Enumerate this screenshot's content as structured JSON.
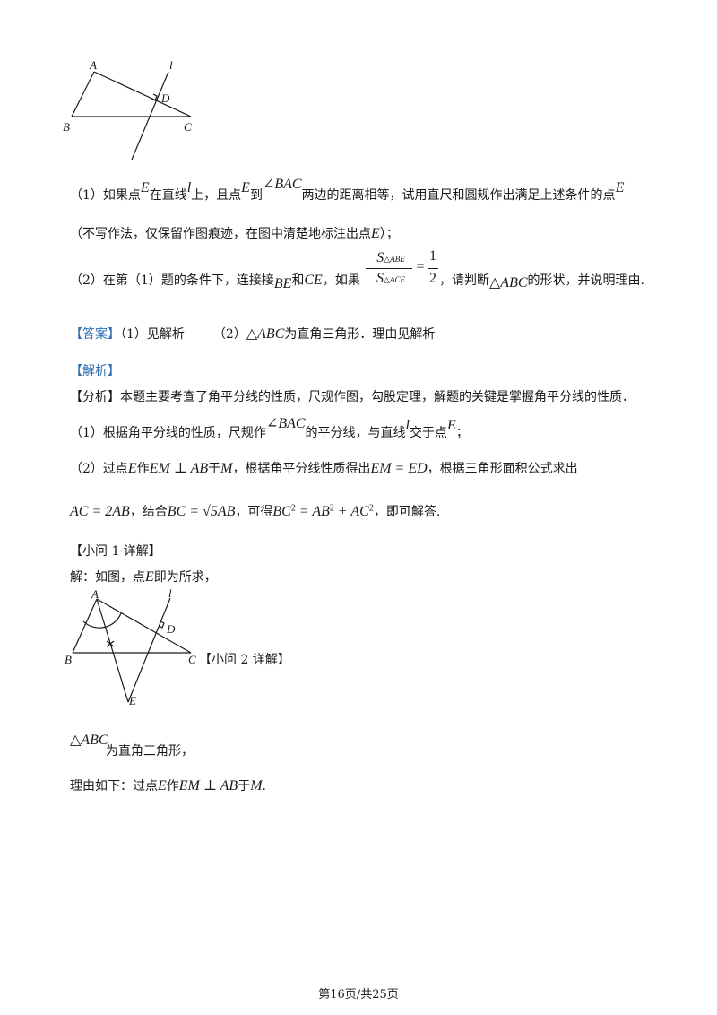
{
  "figure1": {
    "labels": {
      "A": "A",
      "B": "B",
      "C": "C",
      "D": "D",
      "l": "l"
    }
  },
  "q1": {
    "prefix": "（1）如果点",
    "E": "E",
    "t1": "在直线",
    "l": "l",
    "t2": "上，且点",
    "E2": "E",
    "t3": "到",
    "angle": "∠BAC",
    "t4": "两边的距离相等，试用直尺和圆规作出满足上述条件的点",
    "E3": "E",
    "line2": "（不写作法，仅保留作图痕迹，在图中清楚地标注出点",
    "E4": "E",
    "line2end": "）；"
  },
  "q2": {
    "prefix": "（2）在第（1）题的条件下，连接接",
    "BE": "BE",
    "and": "和",
    "CE": "CE",
    "ifText": "，如果",
    "fracNumL": "S",
    "fracNumSub": "△ABE",
    "fracDenL": "S",
    "fracDenSub": "△ACE",
    "eq": "=",
    "half_num": "1",
    "half_den": "2",
    "tail1": "，请判断",
    "tri": "△ABC",
    "tail2": "的形状，并说明理由."
  },
  "answer": {
    "label": "【答案】",
    "p1": "（1）见解析",
    "p2": "（2）",
    "tri": "△ABC",
    "p2end": "为直角三角形．理由见解析"
  },
  "analysis": {
    "label": "【解析】",
    "line1": "【分析】本题主要考查了角平分线的性质，尺规作图，勾股定理，解题的关键是掌握角平分线的性质．",
    "l2a": "（1）根据角平分线的性质，尺规作",
    "l2angle": "∠BAC",
    "l2b": "的平分线，与直线",
    "l2l": "l",
    "l2c": "交于点",
    "l2E": "E",
    "l2d": "；",
    "l3a": "（2）过点",
    "l3E": "E",
    "l3b": "作",
    "l3perp": "EM ⊥ AB",
    "l3c": "于",
    "l3M": "M",
    "l3d": "，根据角平分线性质得出",
    "l3eq": "EM = ED",
    "l3e": "，根据三角形面积公式求出",
    "l4a": "AC = 2AB",
    "l4b": "，结合",
    "l4c": "BC = √5AB",
    "l4d": "，可得",
    "l4e1": "BC",
    "l4e2": " = AB",
    "l4e3": " + AC",
    "sq": "2",
    "l4f": "，即可解答."
  },
  "sub1": {
    "label": "【小问 1 详解】",
    "line": "解：如图，点",
    "E": "E",
    "lineEnd": "即为所求，",
    "sub2label": "【小问 2 详解】"
  },
  "figure2": {
    "labels": {
      "A": "A",
      "B": "B",
      "C": "C",
      "D": "D",
      "l": "l",
      "E": "E"
    }
  },
  "sub2": {
    "tri": "△ABC",
    "t1": "为直角三角形，",
    "r1": "理由如下：过点",
    "rE": "E",
    "r2": "作",
    "rperp": "EM ⊥ AB",
    "r3": "于",
    "rM": "M",
    "r4": "."
  },
  "footer": "第16页/共25页"
}
